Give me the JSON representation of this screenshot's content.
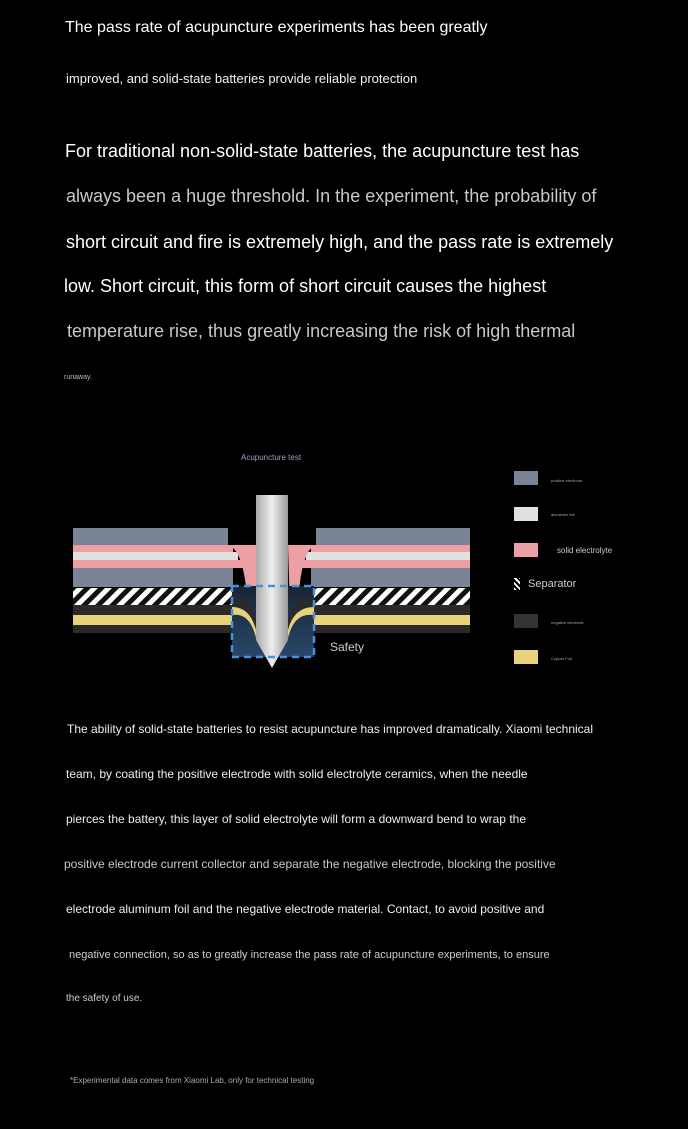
{
  "title_line1": "The pass rate of acupuncture experiments has been greatly",
  "title_line2": "improved, and solid-state batteries provide reliable protection",
  "intro": [
    "For traditional non-solid-state batteries, the acupuncture test has",
    "always been a huge threshold. In the experiment, the probability of",
    "short circuit and fire is extremely high, and the pass rate is extremely",
    "low. Short circuit, this form of short circuit causes the highest",
    "temperature rise, thus greatly increasing the risk of high thermal",
    "runaway."
  ],
  "diagram": {
    "title": "Acupuncture test",
    "safety_label": "Safety",
    "legend": [
      {
        "label": "positive electrode",
        "color": "#7b8496"
      },
      {
        "label": "aluminum foil",
        "color": "#e0e0e0"
      },
      {
        "label": "solid electrolyte",
        "color": "#eca0a3"
      },
      {
        "label": "Separator",
        "color": "#ffffff"
      },
      {
        "label": "negative electrode",
        "color": "#333333"
      },
      {
        "label": "Copper Foil",
        "color": "#e8d27a"
      }
    ]
  },
  "body": [
    "The ability of solid-state batteries to resist acupuncture has improved dramatically. Xiaomi technical",
    "team, by coating the positive electrode with solid electrolyte ceramics, when the needle",
    "pierces the battery, this layer of solid electrolyte will form a downward bend to wrap the",
    "positive electrode current collector and separate the negative electrode, blocking the positive",
    "electrode aluminum foil and the negative electrode material. Contact, to avoid positive and",
    "negative connection, so as to greatly increase the pass rate of acupuncture experiments, to ensure",
    "the safety of use."
  ],
  "footnote": "*Experimental data comes from Xiaomi Lab, only for technical testing"
}
